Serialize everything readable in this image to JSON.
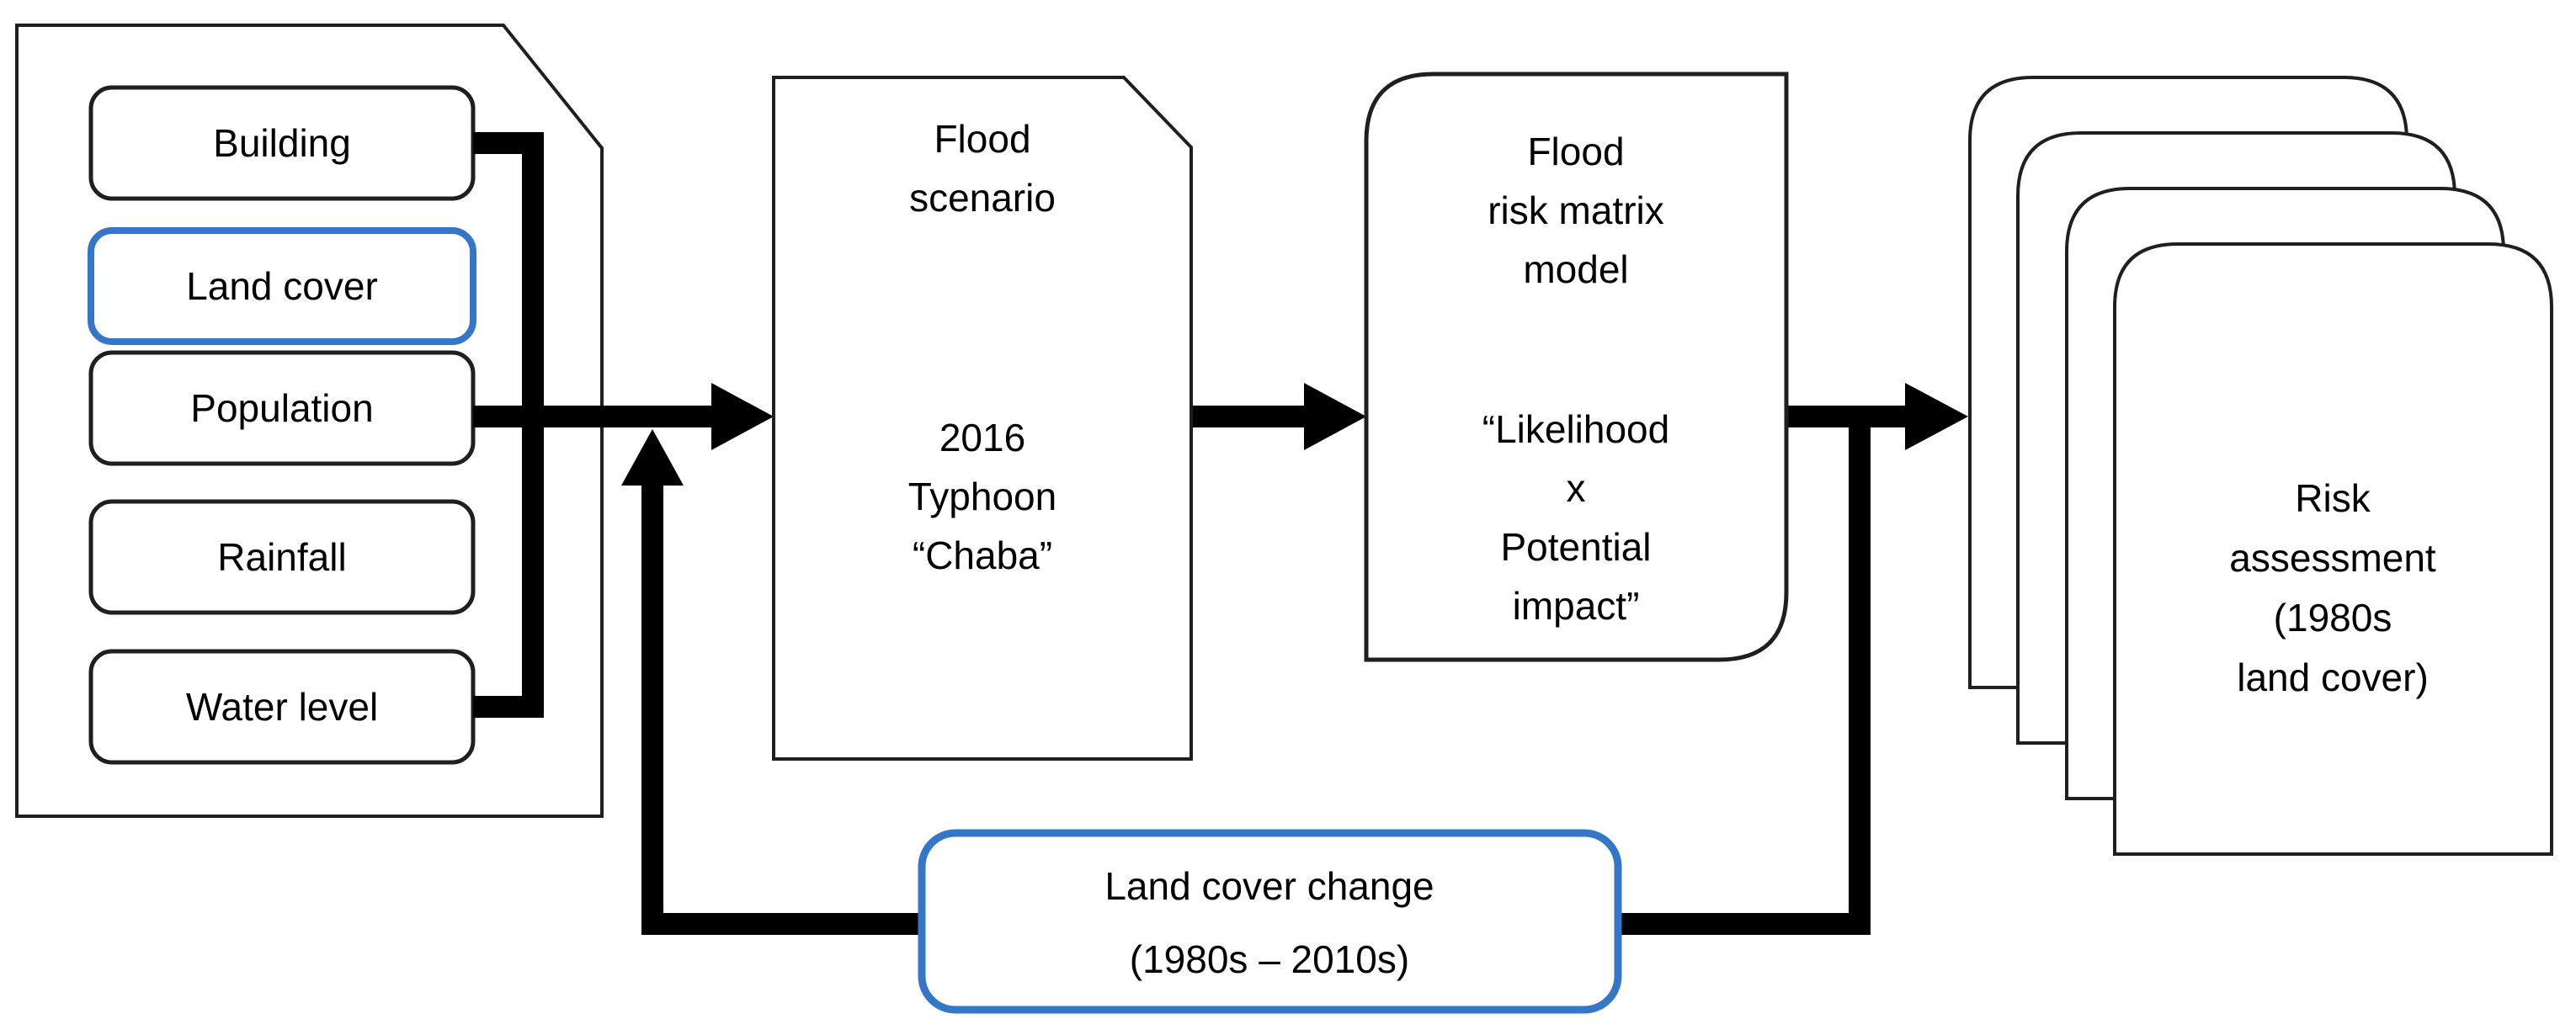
{
  "figure": {
    "type": "flowchart",
    "colors": {
      "highlight_blue": "#3476C7",
      "stroke_dark": "#1F1F1F",
      "arrow_black": "#000000",
      "background": "#FFFFFF"
    },
    "inputs_panel": {
      "items": [
        "Building",
        "Land cover",
        "Population",
        "Rainfall",
        "Water level"
      ],
      "highlighted_item": "Land cover"
    },
    "flood_scenario": {
      "title": [
        "Flood",
        "scenario"
      ],
      "subtitle": [
        "2016",
        "Typhoon",
        "“Chaba”"
      ]
    },
    "flood_risk_matrix": {
      "title": [
        "Flood",
        "risk matrix",
        "model"
      ],
      "formula": [
        "“Likelihood",
        "x",
        "Potential",
        "impact”"
      ]
    },
    "land_cover_change": {
      "lines": [
        "Land cover change",
        "(1980s – 2010s)"
      ]
    },
    "risk_assessment": {
      "lines": [
        "Risk",
        "assessment",
        "(1980s",
        "land cover)"
      ]
    }
  }
}
